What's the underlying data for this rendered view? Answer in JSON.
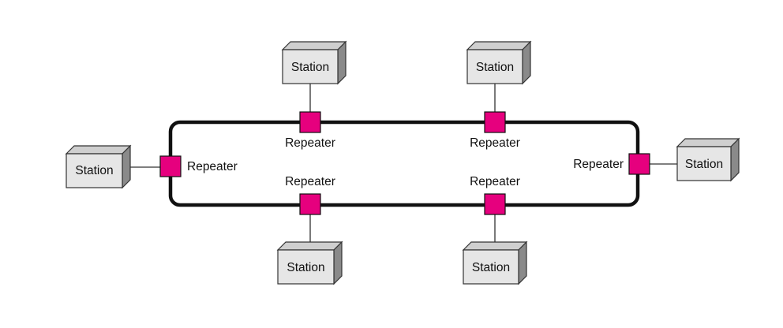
{
  "diagram": {
    "topology": "ring",
    "station_label": "Station",
    "repeater_label": "Repeater",
    "colors": {
      "repeater": "#e6007e",
      "ring": "#111111",
      "station_front": "#e6e6e6",
      "station_top": "#cfcfcf",
      "station_side": "#8a8a8a"
    },
    "nodes": [
      {
        "id": "left",
        "station": "Station",
        "repeater": "Repeater"
      },
      {
        "id": "top-1",
        "station": "Station",
        "repeater": "Repeater"
      },
      {
        "id": "top-2",
        "station": "Station",
        "repeater": "Repeater"
      },
      {
        "id": "right",
        "station": "Station",
        "repeater": "Repeater"
      },
      {
        "id": "bottom-1",
        "station": "Station",
        "repeater": "Repeater"
      },
      {
        "id": "bottom-2",
        "station": "Station",
        "repeater": "Repeater"
      }
    ]
  }
}
